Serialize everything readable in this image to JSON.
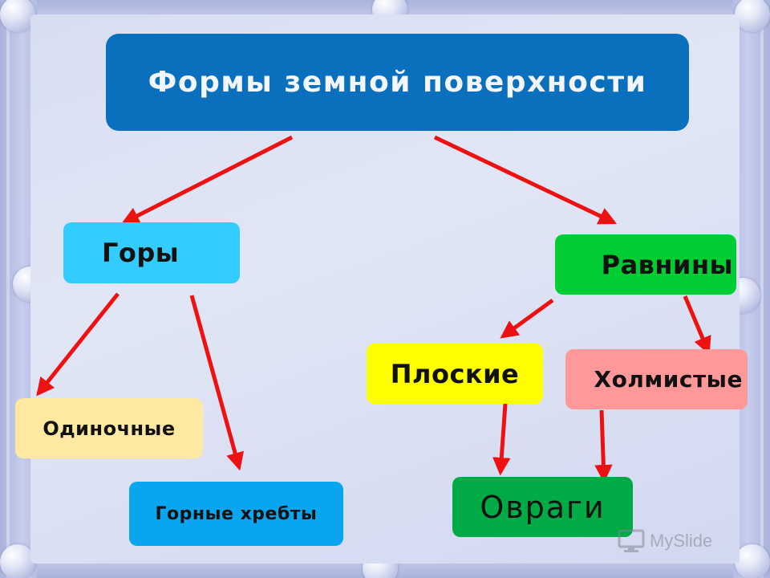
{
  "diagram": {
    "title": "Формы земной поверхности",
    "nodes": {
      "mountains": "Горы",
      "plains": "Равнины",
      "single": "Одиночные",
      "ranges": "Горные хребты",
      "flat": "Плоские",
      "hilly": "Холмистые",
      "ravines": "Овраги"
    },
    "edges": [
      [
        "title",
        "mountains"
      ],
      [
        "title",
        "plains"
      ],
      [
        "mountains",
        "single"
      ],
      [
        "mountains",
        "ranges"
      ],
      [
        "plains",
        "flat"
      ],
      [
        "plains",
        "hilly"
      ],
      [
        "flat",
        "ravines"
      ],
      [
        "hilly",
        "ravines"
      ]
    ]
  },
  "watermark": {
    "text": "MySlide",
    "icon": "monitor-icon"
  },
  "colors": {
    "title_box": "#0a6fbd",
    "mountains": "#33ccff",
    "plains": "#00cc33",
    "single": "#ffe8a0",
    "ranges": "#0aa5ef",
    "flat": "#ffff00",
    "hilly": "#ff9999",
    "ravines": "#00aa44",
    "arrow": "#ee1111"
  }
}
